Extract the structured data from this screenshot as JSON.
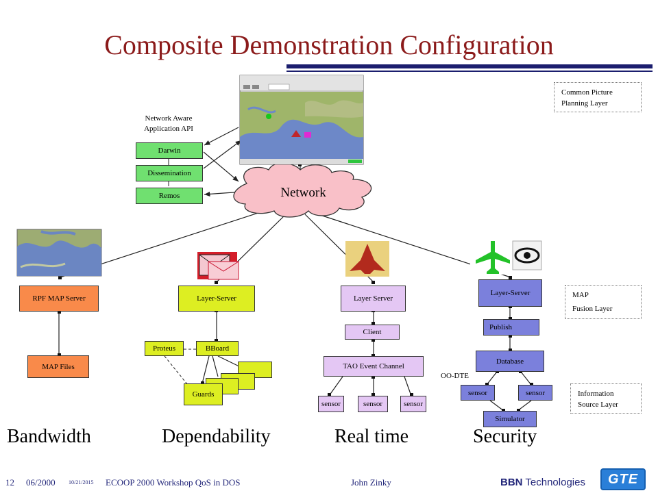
{
  "title": "Composite Demonstration Configuration",
  "api_label": "Network Aware Application API",
  "network_label": "Network",
  "app_boxes": [
    "Darwin",
    "Dissemination",
    "Remos"
  ],
  "legend": {
    "common": "Common Picture Planning Layer",
    "map_1": "MAP",
    "map_2": "Fusion Layer",
    "info": "Information Source Layer"
  },
  "bandwidth": {
    "server": "RPF MAP Server",
    "files": "MAP Files"
  },
  "dependability": {
    "server": "Layer-Server",
    "proteus": "Proteus",
    "bboard": "BBoard",
    "guards": "Guards"
  },
  "realtime": {
    "server": "Layer Server",
    "client": "Client",
    "tao": "TAO Event Channel",
    "sensors": [
      "sensor",
      "sensor",
      "sensor"
    ]
  },
  "security": {
    "server": "Layer-Server",
    "publish": "Publish",
    "database": "Database",
    "oodte": "OO-DTE",
    "sensors": [
      "sensor",
      "sensor"
    ],
    "simulator": "Simulator"
  },
  "captions": [
    "Bandwidth",
    "Dependability",
    "Real time",
    "Security"
  ],
  "footer": {
    "page": "12",
    "date": "06/2000",
    "small_date": "10/21/2015",
    "event": "ECOOP 2000 Workshop QoS in DOS",
    "author": "John Zinky",
    "company_bold": "BBN",
    "company_rest": " Technologies",
    "logo": "GTE"
  },
  "colors": {
    "title": "#8b1a1a",
    "rule": "#1b1e6e",
    "network": "#f9c0c8",
    "app_box": "#70e070",
    "layer_server": "#ddee22",
    "map_server": "#f98a4a",
    "rt_box": "#e4c7f4",
    "sec_box": "#7b80dc",
    "logo": "#2a7fd8"
  }
}
